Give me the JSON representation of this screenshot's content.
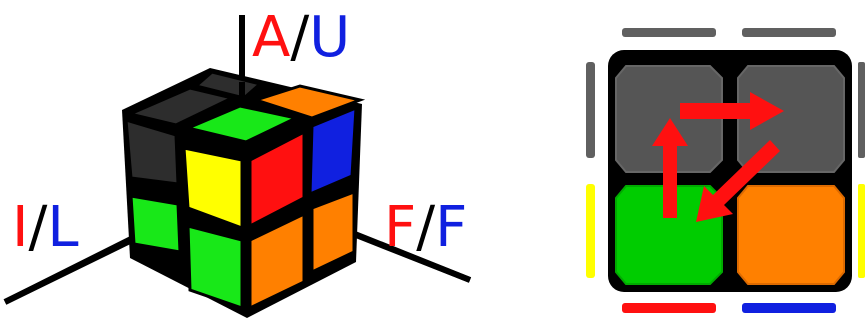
{
  "colors": {
    "red": "#ff1010",
    "blue": "#1020e0",
    "green": "#18e818",
    "yellow": "#ffff00",
    "orange": "#ff8000",
    "gray": "#555555",
    "dark": "#2d2d2d",
    "black": "#000000",
    "edge_gray": "#606060"
  },
  "axis_labels": {
    "up": {
      "first": "A",
      "slash": "/",
      "second": "U"
    },
    "left": {
      "first": "I",
      "slash": "/",
      "second": "L"
    },
    "front": {
      "first": "F",
      "slash": "/",
      "second": "F"
    }
  },
  "top_view": {
    "grid": [
      [
        "gray",
        "gray"
      ],
      [
        "green",
        "orange"
      ]
    ],
    "edge_colors": {
      "top": "edge_gray",
      "left": [
        "edge_gray",
        "yellow"
      ],
      "right": [
        "edge_gray",
        "yellow"
      ],
      "bottom": [
        "red",
        "blue"
      ]
    },
    "arrows": [
      "green-to-top-left",
      "top-left-to-top-right",
      "top-right-to-green"
    ]
  },
  "cube": {
    "top": [
      "dark",
      "dark",
      "green",
      "orange"
    ],
    "left": [
      "dark",
      "yellow",
      "green",
      "green"
    ],
    "right": [
      "red",
      "blue",
      "orange",
      "orange"
    ]
  }
}
